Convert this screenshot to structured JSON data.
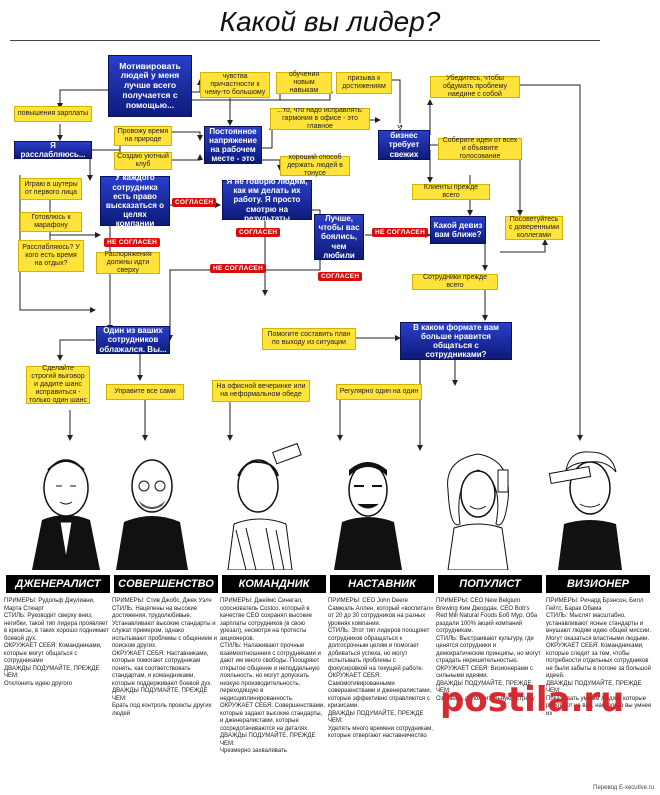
{
  "title": "Какой вы лидер?",
  "start": "Мотивировать людей у меня лучше всего получается с помощью...",
  "nodes": {
    "chuvstva": "чувства причастности к чему-то большому",
    "obuchenie": "обучения новым навыкам",
    "prizyva": "призыва к достижениям",
    "povyshenie": "повышения зарплаты",
    "relax": "Я расслабляюсь...",
    "provozhu": "Провожу время на природе",
    "sozdayu": "Создаю уютный клуб",
    "postoyannoe": "Постоянное напряжение на рабочем месте - это",
    "to_chto": "...то, что надо исправлять: гармония в офисе - это главное",
    "horoshiy": "хороший способ держать людей в тонусе",
    "vash_biznes": "Ваш бизнес требует свежих идей",
    "ubedites": "Убедитесь, чтобы обдумать проблему наедине с собой",
    "soberite": "Соберите идеи от всех и объявите голосование",
    "igrayu": "Играю в шутеры от первого лица",
    "gotovlyus": "Готовлюсь к марафону",
    "rasslablyus": "Расслабляюсь? У кого есть время на отдых?",
    "u_kazhdogo": "У каждого сотрудника есть право высказаться о целях компании",
    "ya_ne_govoryu": "Я не говорю людям, как им делать их работу. Я просто смотрю на результаты",
    "klienty": "Клиенты прежде всего",
    "posovetuites": "Посоветуйтесь с доверенными коллегами",
    "luchshe": "Лучше, чтобы вас боялись, чем любили",
    "kakoy_devis": "Какой девиз вам ближе?",
    "rasporyazheniya": "Распоряжения должны идти сверху",
    "sotrudniki": "Сотрудники прежде всего",
    "odin_iz": "Один из ваших сотрудников облажался. Вы...",
    "pomogite": "Помогите составить план по выходу из ситуации",
    "v_kakom": "В каком формате вам больше нравится общаться с сотрудниками?",
    "sdelayte": "Сделайте строгий выговор и дадите шанс исправиться - только один шанс",
    "uprav": "Управите все сами",
    "na_ofisnoy": "На офисной вечеринке или на неформальном обеде",
    "regulyarno": "Регулярно один на один"
  },
  "tags": {
    "soglasen": "СОГЛАСЕН",
    "ne_soglasen": "НЕ СОГЛАСЕН"
  },
  "types": [
    {
      "name": "ДЖЕНЕРАЛИСТ",
      "text": "ПРИМЕРЫ: Рудольф Джулиани, Марта Стюарт\nСТИЛЬ: Руководит сверху вниз, негибки, такой тип лидера проявляет в кризисы, в таких хорошо поднимает боевой дух.\nОКРУЖАЕТ СЕБЯ: Командниками, которые могут общаться с сотрудниками\nДВАЖДЫ ПОДУМАЙТЕ, ПРЕЖДЕ ЧЕМ:\nОтклонить идею другого"
    },
    {
      "name": "СОВЕРШЕНСТВО",
      "text": "ПРИМЕРЫ: Стив Джобс, Джек Уэлч\nСТИЛЬ: Нацелены на высокие достижения, трудолюбивые. Устанавливают высокие стандарты и служат примером, однако испытывают проблемы с общением и поиском других.\nОКРУЖАЕТ СЕБЯ: Наставниками, которые помогают сотрудникам понять, как соответствовать стандартам, и командниками, которые поддерживают боевой дух.\nДВАЖДЫ ПОДУМАЙТЕ, ПРЕЖДЕ ЧЕМ:\nБрать под контроль проекты других людей"
    },
    {
      "name": "КОМАНДНИК",
      "text": "ПРИМЕРЫ: Джеймс Синегал, сооснователь Costco, который в качестве CEO сохранял высокие зарплаты сотрудников (в свою урезал), несмотря на протесты акционеров.\nСТИЛЬ: Налаживают прочные взаимоотношения с сотрудниками и дают им много свободы. Поощряют открытое общение и неподдельную лояльность, но могут допускать низкую производительность, переходящую в недисциплинированность.\nОКРУЖАЕТ СЕБЯ: Совершенствами, которые задают высокие стандарты, и дженералистами, которые сосредотачиваются на деталях.\nДВАЖДЫ ПОДУМАЙТЕ, ПРЕЖДЕ ЧЕМ:\nЧрезмерно захваливать"
    },
    {
      "name": "НАСТАВНИК",
      "text": "ПРИМЕРЫ: CEO John Deere Самюэль Аллен, который «воспитал» от 20 до 30 сотрудников на разных уровнях компании.\nСТИЛЬ: Этот тип лидеров поощряет сотрудников обращаться к долгосрочным целям и помогает добиваться успеха, но могут испытывать проблемы с фокусировкой на текущей работе.\nОКРУЖАЕТ СЕБЯ: Самомотивированными совершенствами и дженералистами, которые эффективно справляются с кризисами.\nДВАЖДЫ ПОДУМАЙТЕ, ПРЕЖДЕ ЧЕМ:\nУделять много времени сотрудникам, которые отвергают наставничество"
    },
    {
      "name": "ПОПУЛИСТ",
      "text": "ПРИМЕРЫ: CEO New Belgium Brewing Ким Джордан, CEO Bob's Red Mill Natural Foods Боб Мур. Оба раздали 100% акций компаний сотрудникам.\nСТИЛЬ: Выстраивают культуру, где ценятся сотрудники и демократические принципы, но могут страдать нерешительностью.\nОКРУЖАЕТ СЕБЯ: Визионерами с сильными идеями.\nДВАЖДЫ ПОДУМАЙТЕ, ПРЕЖДЕ ЧЕМ:\nОзвывать дополнительную встречу"
    },
    {
      "name": "ВИЗИОНЕР",
      "text": "ПРИМЕРЫ: Ричард Брэнсон, Билл Гейтс, Барак Обама\nСТИЛЬ: Мыслят масштабно, устанавливают ясные стандарты и внушают людям идею общей миссии. Могут оказаться властными людьми.\nОКРУЖАЕТ СЕБЯ: Командниками, которые следят за тем, чтобы потребности отдельных сотрудников не были забыты в погоне за большой идеей.\nДВАЖДЫ ПОДУМАЙТЕ, ПРЕЖДЕ ЧЕМ:\nПоказывать умным людям, которые работают на вас, насколько вы умнее их"
    }
  ],
  "credit": "Перевод E-xecutive.ru",
  "watermark": "postila.ru"
}
